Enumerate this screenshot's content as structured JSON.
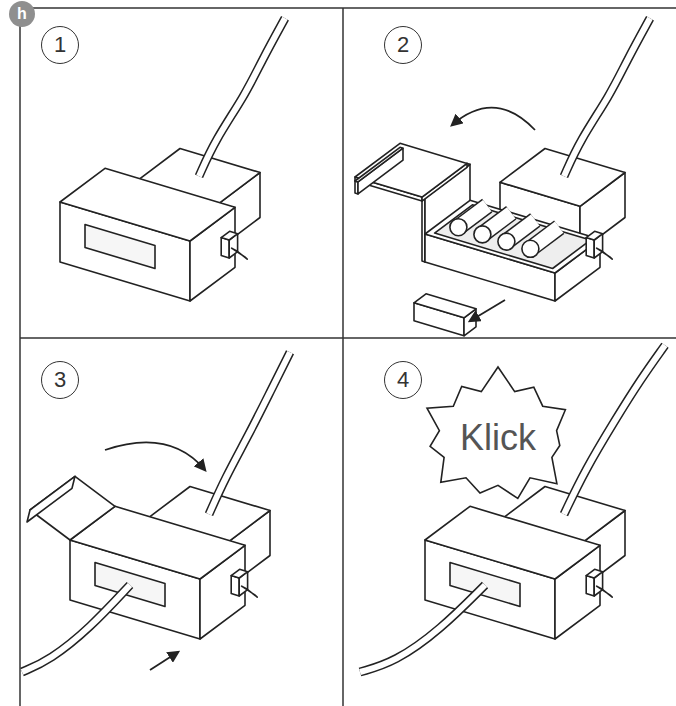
{
  "diagram": {
    "nodes": [
      {
        "text": [
          "h"
        ]
      },
      {
        "text": [
          "1"
        ]
      },
      {
        "text": [
          "2"
        ]
      },
      {
        "text": [
          "3"
        ]
      },
      {
        "text": [
          "4"
        ]
      },
      {
        "text": [
          "Klick"
        ]
      }
    ]
  }
}
